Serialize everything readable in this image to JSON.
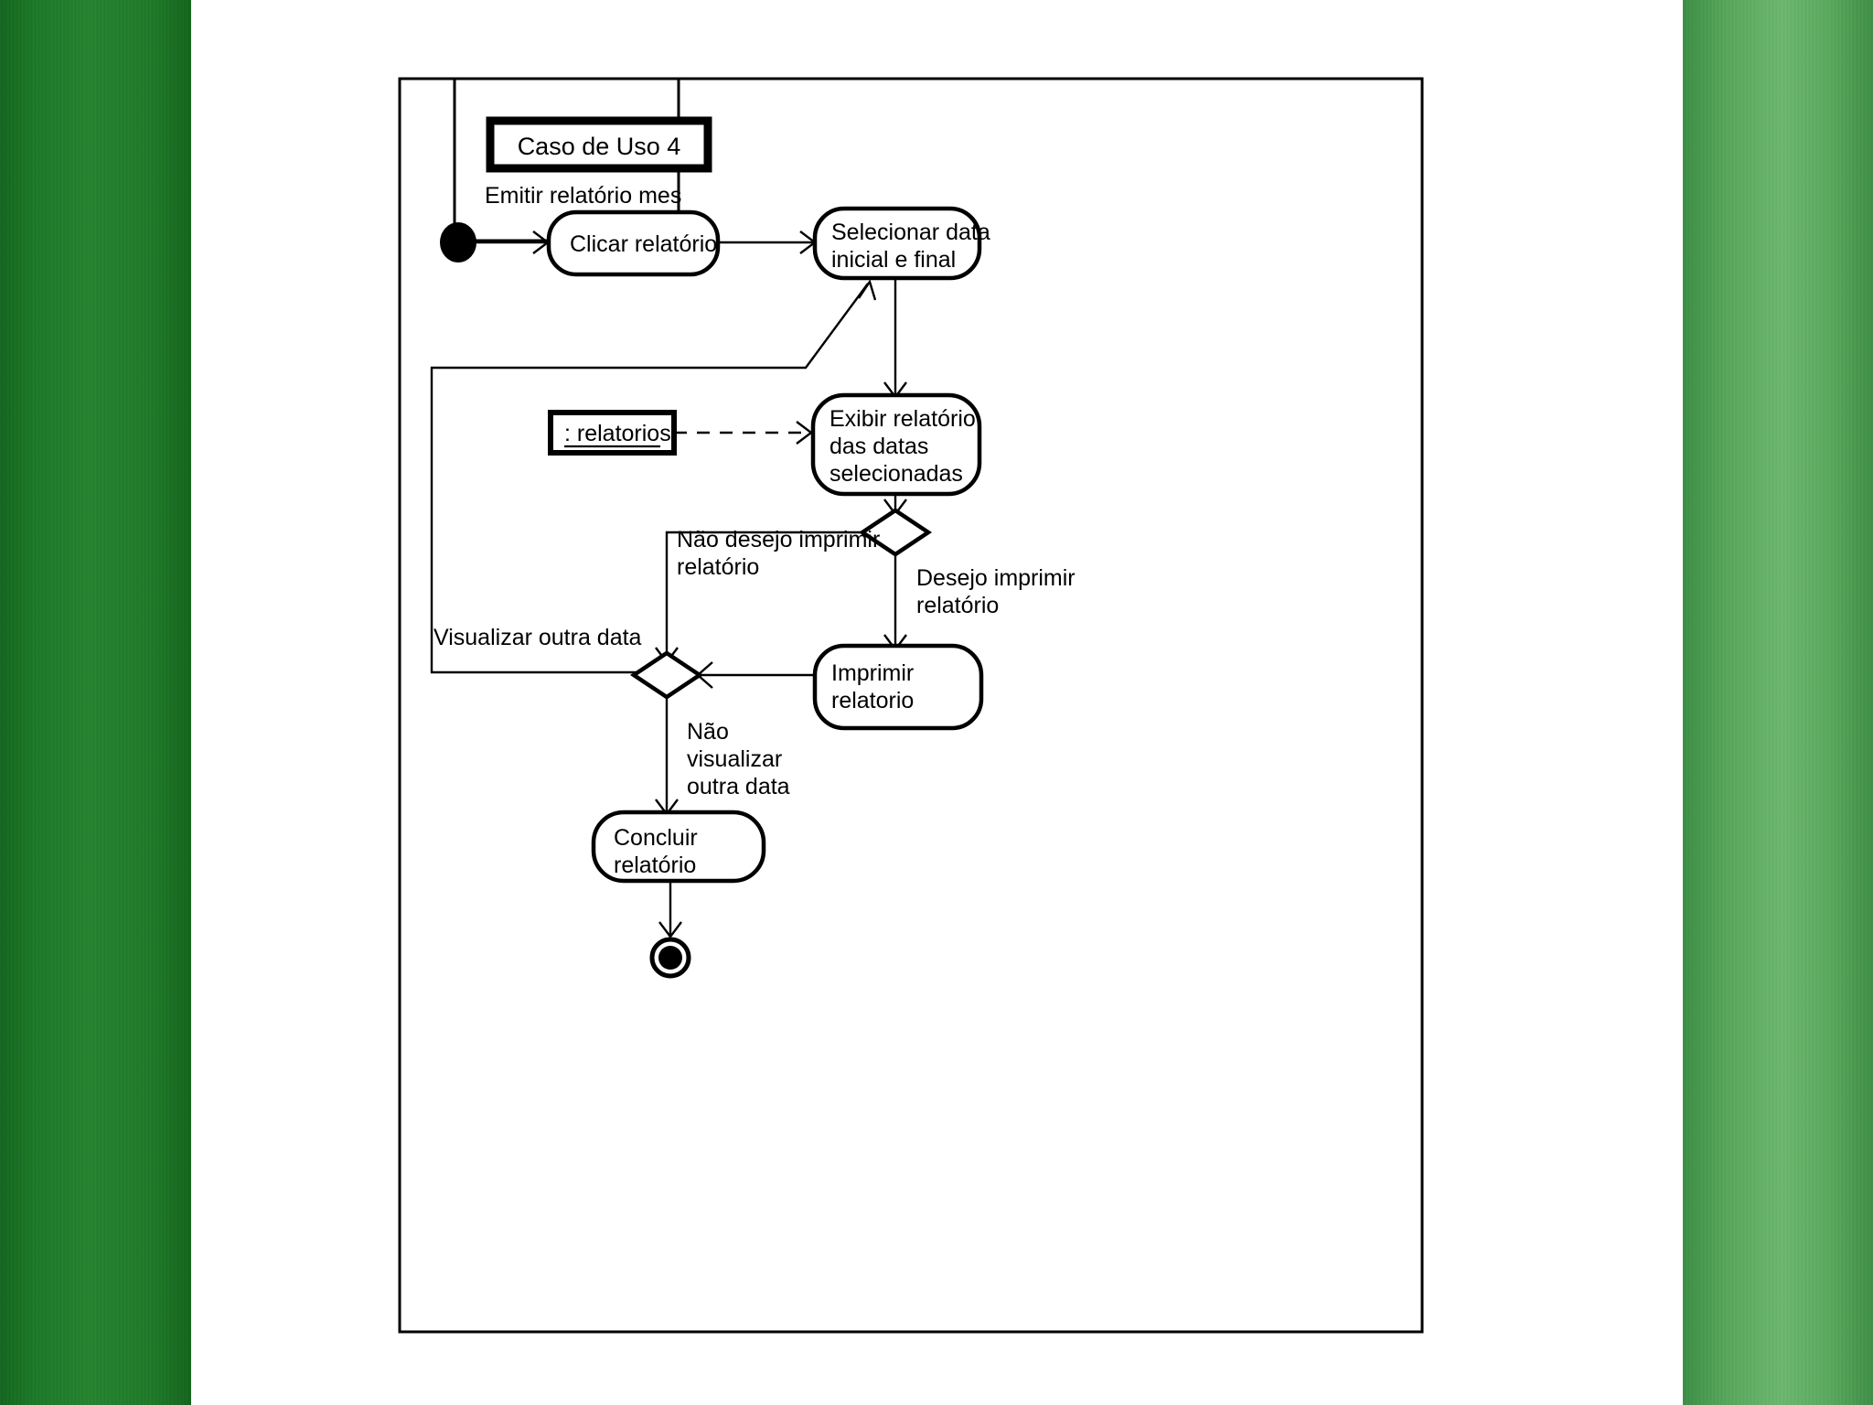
{
  "slide": {
    "background_color": "#ffffff",
    "left_band_color": "#1d7a29",
    "right_band_color": "#5aa85e"
  },
  "diagram": {
    "kind": "uml-activity-diagram",
    "frame_label_box": {
      "use_case_label": "Caso de Uso 4",
      "use_case_name": "Emitir relatório mes"
    },
    "object_node": {
      "label": ": relatorios"
    },
    "activities": [
      {
        "id": "clicar",
        "label": "Clicar relatório"
      },
      {
        "id": "selecionar",
        "label_line1": "Selecionar data",
        "label_line2": "inicial e final"
      },
      {
        "id": "exibir",
        "label_line1": "Exibir relatório",
        "label_line2": "das datas",
        "label_line3": "selecionadas"
      },
      {
        "id": "imprimir",
        "label_line1": "Imprimir",
        "label_line2": "relatorio"
      },
      {
        "id": "concluir",
        "label_line1": "Concluir",
        "label_line2": "relatório"
      }
    ],
    "guards": [
      {
        "id": "nao-imprimir",
        "line1": "Não desejo imprimir",
        "line2": "relatório"
      },
      {
        "id": "desejo-imprimir",
        "line1": "Desejo imprimir",
        "line2": "relatório"
      },
      {
        "id": "visualizar-outra",
        "line1": "Visualizar outra data"
      },
      {
        "id": "nao-visualizar",
        "line1": "Não",
        "line2": "visualizar",
        "line3": "outra data"
      }
    ],
    "nodes": {
      "initial_node": "initial-node",
      "final_node": "final-node",
      "decision_node": "decision-node",
      "merge_node": "merge-node"
    }
  }
}
